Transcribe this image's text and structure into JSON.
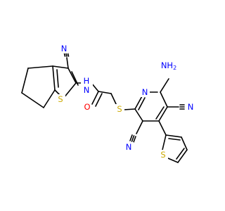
{
  "molecule": {
    "atoms": [
      {
        "symbol": "N",
        "color": "#0000ff"
      },
      {
        "symbol": "H",
        "color": "#0000ff"
      },
      {
        "symbol": "O",
        "color": "#ff0000"
      },
      {
        "symbol": "S",
        "color": "#ccaa00"
      },
      {
        "symbol": "S",
        "color": "#ccaa00"
      },
      {
        "symbol": "N",
        "color": "#0000ff"
      },
      {
        "symbol": "NH2",
        "color": "#0000ff"
      },
      {
        "symbol": "N",
        "color": "#0000ff"
      },
      {
        "symbol": "N",
        "color": "#0000ff"
      },
      {
        "symbol": "N",
        "color": "#0000ff"
      },
      {
        "symbol": "S",
        "color": "#ccaa00"
      }
    ]
  }
}
